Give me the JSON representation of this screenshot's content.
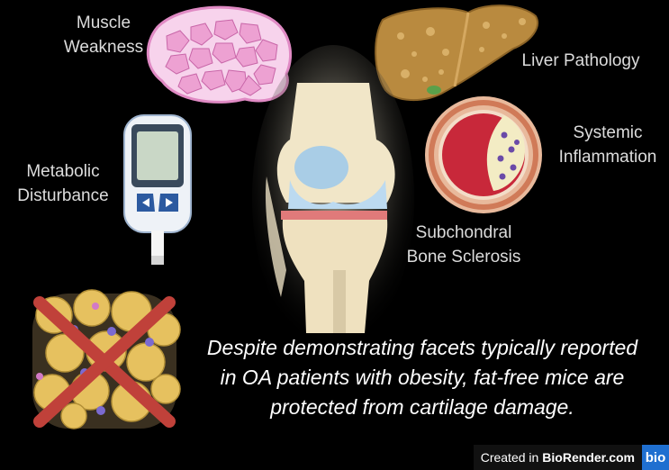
{
  "labels": {
    "muscle": [
      "Muscle",
      "Weakness"
    ],
    "liver": [
      "Liver Pathology"
    ],
    "inflammation": [
      "Systemic",
      "Inflammation"
    ],
    "metabolic": [
      "Metabolic",
      "Disturbance"
    ],
    "bone": [
      "Subchondral",
      "Bone Sclerosis"
    ]
  },
  "caption": [
    "Despite demonstrating facets typically reported",
    "in OA patients with obesity, fat-free mice are",
    "protected from cartilage damage."
  ],
  "credit": {
    "prefix": "Created in",
    "brand": "BioRender.com",
    "logo": "bio"
  },
  "icons": [
    "muscle-fiber-icon",
    "liver-icon",
    "artery-inflammation-icon",
    "glucometer-icon",
    "knee-joint-icon",
    "adipose-tissue-crossed-icon"
  ],
  "colors": {
    "background": "#000000",
    "cross": "#c0413a",
    "fat": "#e6c15f",
    "muscle": "#f2a9d6",
    "liver": "#b5803a"
  }
}
